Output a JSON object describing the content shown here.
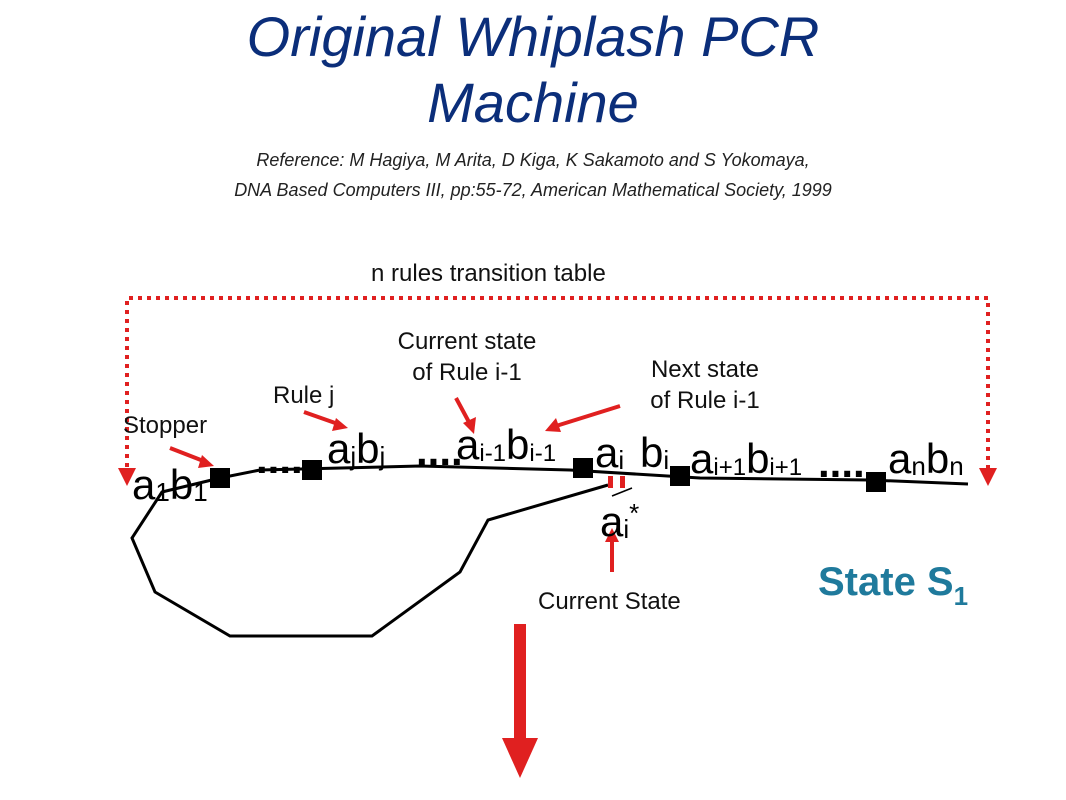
{
  "title_line1": "Original Whiplash PCR",
  "title_line2": "Machine",
  "reference_line1": "Reference:  M Hagiya, M Arita, D Kiga, K Sakamoto and S Yokomaya,",
  "reference_line2": "DNA Based Computers III, pp:55-72, American Mathematical Society, 1999",
  "labels": {
    "transition_table": "n rules transition table",
    "current_state_rule_line1": "Current state",
    "current_state_rule_line2": "of Rule i-1",
    "next_state_rule_line1": "Next state",
    "next_state_rule_line2": "of Rule i-1",
    "rule_j": "Rule j",
    "stopper": "Stopper",
    "current_state": "Current State",
    "state": "State S",
    "state_sub": "1"
  },
  "symbols": {
    "a": "a",
    "b": "b",
    "sub_1": "1",
    "sub_j": "j",
    "sub_im1": "i-1",
    "sub_i": "i",
    "sub_ip1": "i+1",
    "sub_n": "n",
    "star": "*",
    "dots": "...."
  },
  "colors": {
    "title": "#0b2e7a",
    "arrow": "#e02020",
    "state": "#1f7a9c",
    "ink": "#000000"
  }
}
